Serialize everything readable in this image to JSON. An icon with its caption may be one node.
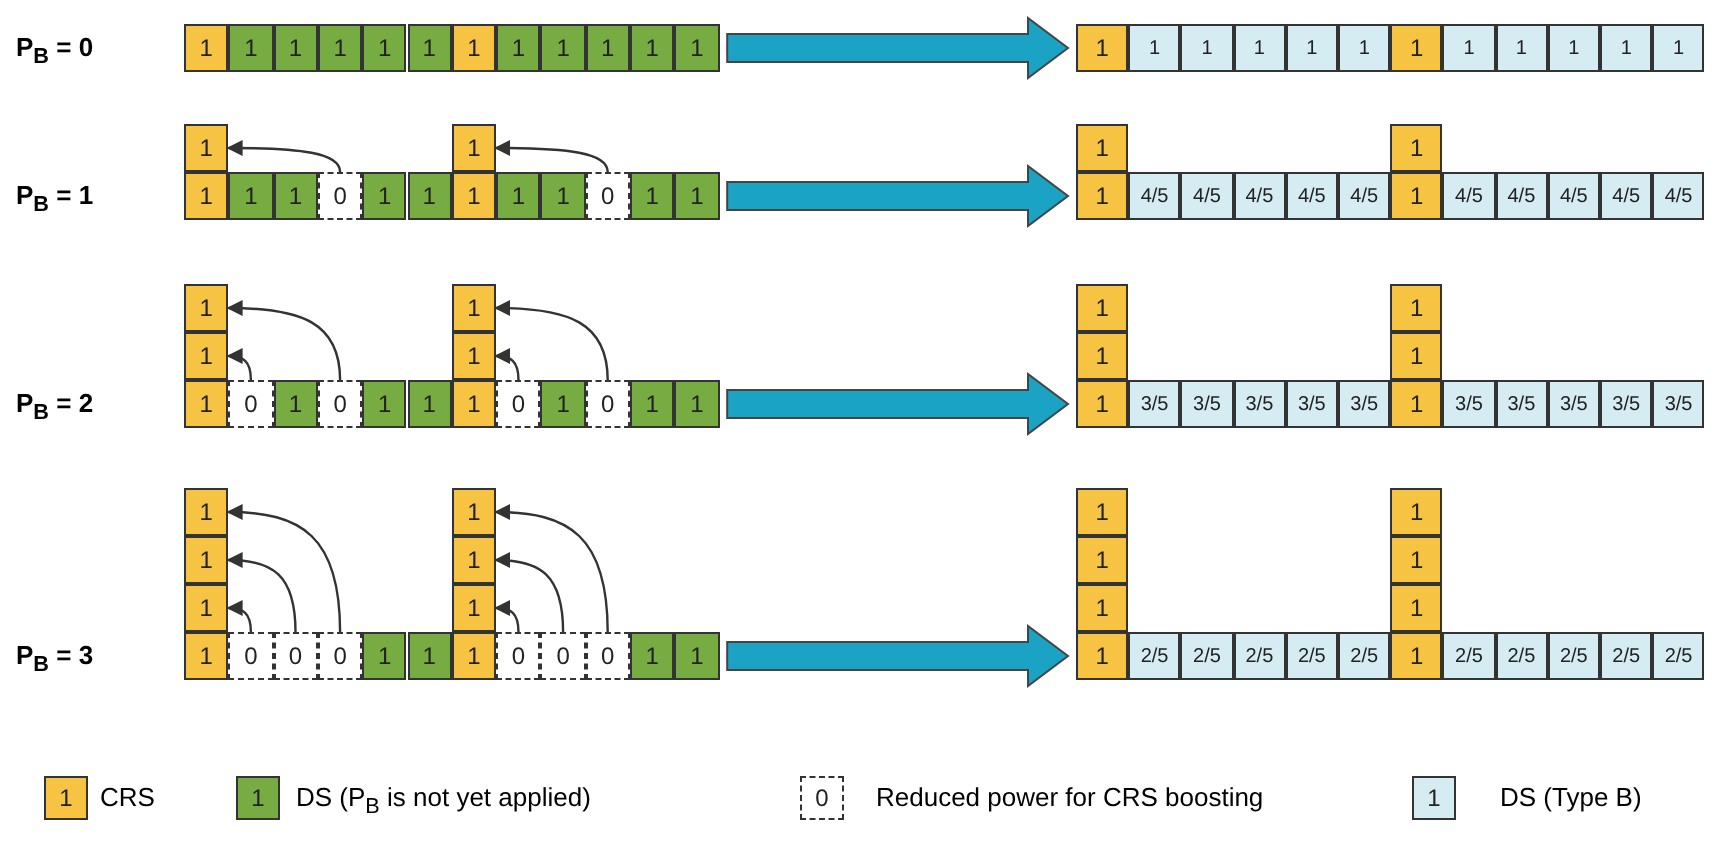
{
  "diagram": {
    "nodes": [
      {
        "text": [
          "1"
        ]
      },
      {
        "text": [
          "1"
        ]
      },
      {
        "text": [
          "1"
        ]
      },
      {
        "text": [
          "1"
        ]
      },
      {
        "text": [
          "1"
        ]
      },
      {
        "text": [
          "1"
        ]
      },
      {
        "text": [
          "1"
        ]
      },
      {
        "text": [
          "1"
        ]
      },
      {
        "text": [
          "1"
        ]
      },
      {
        "text": [
          "1"
        ]
      },
      {
        "text": [
          "1"
        ]
      },
      {
        "text": [
          "1"
        ]
      },
      {
        "text": [
          "1"
        ]
      },
      {
        "text": [
          "1"
        ]
      },
      {
        "text": [
          "1"
        ]
      },
      {
        "text": [
          "1"
        ]
      },
      {
        "text": [
          "1"
        ]
      },
      {
        "text": [
          "1"
        ]
      },
      {
        "text": [
          "1"
        ]
      },
      {
        "text": [
          "1"
        ]
      },
      {
        "text": [
          "1"
        ]
      },
      {
        "text": [
          "1"
        ]
      },
      {
        "text": [
          "1"
        ]
      },
      {
        "text": [
          "1"
        ]
      },
      {
        "text": [
          "1"
        ]
      },
      {
        "text": [
          "1"
        ]
      },
      {
        "text": [
          "1"
        ]
      },
      {
        "text": [
          "0"
        ]
      },
      {
        "text": [
          "1"
        ]
      },
      {
        "text": [
          "1"
        ]
      },
      {
        "text": [
          "1"
        ]
      },
      {
        "text": [
          "1"
        ]
      },
      {
        "text": [
          "1"
        ]
      },
      {
        "text": [
          "0"
        ]
      },
      {
        "text": [
          "1"
        ]
      },
      {
        "text": [
          "1"
        ]
      },
      {
        "text": [
          "1"
        ]
      },
      {
        "text": [
          "1"
        ]
      },
      {
        "text": [
          "1"
        ]
      },
      {
        "text": [
          "4/5"
        ]
      },
      {
        "text": [
          "4/5"
        ]
      },
      {
        "text": [
          "4/5"
        ]
      },
      {
        "text": [
          "4/5"
        ]
      },
      {
        "text": [
          "4/5"
        ]
      },
      {
        "text": [
          "1"
        ]
      },
      {
        "text": [
          "4/5"
        ]
      },
      {
        "text": [
          "4/5"
        ]
      },
      {
        "text": [
          "4/5"
        ]
      },
      {
        "text": [
          "4/5"
        ]
      },
      {
        "text": [
          "4/5"
        ]
      },
      {
        "text": [
          "1"
        ]
      },
      {
        "text": [
          "1"
        ]
      },
      {
        "text": [
          "1"
        ]
      },
      {
        "text": [
          "0"
        ]
      },
      {
        "text": [
          "1"
        ]
      },
      {
        "text": [
          "0"
        ]
      },
      {
        "text": [
          "1"
        ]
      },
      {
        "text": [
          "1"
        ]
      },
      {
        "text": [
          "1"
        ]
      },
      {
        "text": [
          "0"
        ]
      },
      {
        "text": [
          "1"
        ]
      },
      {
        "text": [
          "0"
        ]
      },
      {
        "text": [
          "1"
        ]
      },
      {
        "text": [
          "1"
        ]
      },
      {
        "text": [
          "1"
        ]
      },
      {
        "text": [
          "1"
        ]
      },
      {
        "text": [
          "1"
        ]
      },
      {
        "text": [
          "1"
        ]
      },
      {
        "text": [
          "1"
        ]
      },
      {
        "text": [
          "3/5"
        ]
      },
      {
        "text": [
          "3/5"
        ]
      },
      {
        "text": [
          "3/5"
        ]
      },
      {
        "text": [
          "3/5"
        ]
      },
      {
        "text": [
          "3/5"
        ]
      },
      {
        "text": [
          "1"
        ]
      },
      {
        "text": [
          "3/5"
        ]
      },
      {
        "text": [
          "3/5"
        ]
      },
      {
        "text": [
          "3/5"
        ]
      },
      {
        "text": [
          "3/5"
        ]
      },
      {
        "text": [
          "3/5"
        ]
      },
      {
        "text": [
          "1"
        ]
      },
      {
        "text": [
          "1"
        ]
      },
      {
        "text": [
          "1"
        ]
      },
      {
        "text": [
          "1"
        ]
      },
      {
        "text": [
          "1"
        ]
      },
      {
        "text": [
          "0"
        ]
      },
      {
        "text": [
          "0"
        ]
      },
      {
        "text": [
          "0"
        ]
      },
      {
        "text": [
          "1"
        ]
      },
      {
        "text": [
          "1"
        ]
      },
      {
        "text": [
          "1"
        ]
      },
      {
        "text": [
          "0"
        ]
      },
      {
        "text": [
          "0"
        ]
      },
      {
        "text": [
          "0"
        ]
      },
      {
        "text": [
          "1"
        ]
      },
      {
        "text": [
          "1"
        ]
      },
      {
        "text": [
          "1"
        ]
      },
      {
        "text": [
          "1"
        ]
      },
      {
        "text": [
          "1"
        ]
      },
      {
        "text": [
          "1"
        ]
      },
      {
        "text": [
          "1"
        ]
      },
      {
        "text": [
          "1"
        ]
      },
      {
        "text": [
          "1"
        ]
      },
      {
        "text": [
          "2/5"
        ]
      },
      {
        "text": [
          "2/5"
        ]
      },
      {
        "text": [
          "2/5"
        ]
      },
      {
        "text": [
          "2/5"
        ]
      },
      {
        "text": [
          "2/5"
        ]
      },
      {
        "text": [
          "1"
        ]
      },
      {
        "text": [
          "2/5"
        ]
      },
      {
        "text": [
          "2/5"
        ]
      },
      {
        "text": [
          "2/5"
        ]
      },
      {
        "text": [
          "2/5"
        ]
      },
      {
        "text": [
          "2/5"
        ]
      },
      {
        "text": [
          "1"
        ]
      },
      {
        "text": [
          "1"
        ]
      },
      {
        "text": [
          "1"
        ]
      },
      {
        "text": [
          "1"
        ]
      },
      {
        "text": [
          "1"
        ]
      },
      {
        "text": [
          "1"
        ]
      }
    ],
    "edges": [
      {
        "from": 11,
        "to": 12,
        "arrow": "to",
        "style": "thick",
        "color": "#1ba3c6"
      },
      {
        "from": 27,
        "to": 36,
        "arrow": "to"
      },
      {
        "from": 33,
        "to": 37,
        "arrow": "to"
      },
      {
        "from": 35,
        "to": 38,
        "arrow": "to",
        "style": "thick",
        "color": "#1ba3c6"
      },
      {
        "from": 53,
        "to": 64,
        "arrow": "to"
      },
      {
        "from": 55,
        "to": 65,
        "arrow": "to"
      },
      {
        "from": 59,
        "to": 66,
        "arrow": "to"
      },
      {
        "from": 61,
        "to": 67,
        "arrow": "to"
      },
      {
        "from": 63,
        "to": 68,
        "arrow": "to",
        "style": "thick",
        "color": "#1ba3c6"
      },
      {
        "from": 85,
        "to": 96,
        "arrow": "to"
      },
      {
        "from": 86,
        "to": 97,
        "arrow": "to"
      },
      {
        "from": 87,
        "to": 98,
        "arrow": "to"
      },
      {
        "from": 91,
        "to": 99,
        "arrow": "to"
      },
      {
        "from": 92,
        "to": 100,
        "arrow": "to"
      },
      {
        "from": 93,
        "to": 101,
        "arrow": "to"
      },
      {
        "from": 95,
        "to": 102,
        "arrow": "to",
        "style": "thick",
        "color": "#1ba3c6"
      }
    ],
    "labels": [
      "P$_{B}$ = 0",
      "P$_{B}$ = 1",
      "P$_{B}$ = 2",
      "P$_{B}$ = 3",
      "1",
      "1",
      "0",
      "1"
    ],
    "legend": [
      {
        "text": "CRS",
        "color": "#f6c342"
      },
      {
        "text": "DS (P$_{B}$ is not yet applied)",
        "color": "#77ac42"
      },
      {
        "text": "Reduced power for CRS boosting"
      },
      {
        "text": "DS (Type B)",
        "color": "#d5ecf2"
      }
    ]
  }
}
